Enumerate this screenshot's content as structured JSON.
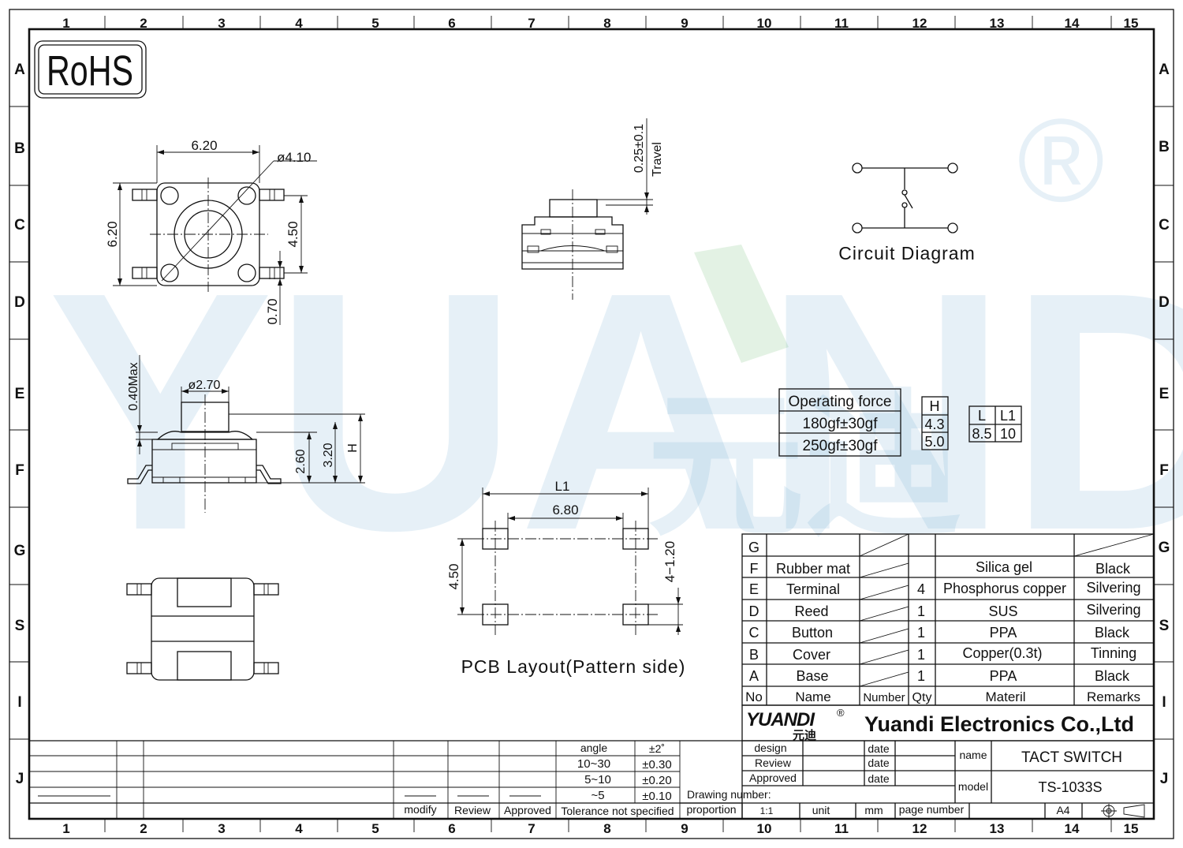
{
  "frame": {
    "columns": [
      "1",
      "2",
      "3",
      "4",
      "5",
      "6",
      "7",
      "8",
      "9",
      "10",
      "11",
      "12",
      "13",
      "14",
      "15"
    ],
    "rows_left": [
      "A",
      "B",
      "C",
      "D",
      "E",
      "F",
      "G",
      "S",
      "I",
      "J"
    ],
    "rows_right": [
      "A",
      "B",
      "C",
      "D",
      "E",
      "F",
      "G",
      "S",
      "I",
      "J"
    ]
  },
  "rohs": "RoHS",
  "watermark": {
    "brand": "YUANDI",
    "registered": "®",
    "chinese": "元迪"
  },
  "top_view": {
    "width": "6.20",
    "height": "6.20",
    "hole": "ø4.10",
    "pin_pitch": "4.50",
    "pin_width": "0.70"
  },
  "travel": {
    "value": "0.25±0.1",
    "label": "Travel"
  },
  "circuit": {
    "title": "Circuit  Diagram"
  },
  "side_view": {
    "stem": "ø2.70",
    "max": "0.40Max",
    "body": "2.60",
    "total": "3.20",
    "h": "H"
  },
  "pcb": {
    "l1": "L1",
    "pitch_x": "6.80",
    "pitch_y": "4.50",
    "pad": "4−1.20",
    "title": "PCB  Layout(Pattern  side)"
  },
  "force_table": {
    "header": "Operating force",
    "rows": [
      "180gf±30gf",
      "250gf±30gf"
    ]
  },
  "h_table": {
    "header": "H",
    "rows": [
      "4.3",
      "5.0"
    ]
  },
  "l_table": {
    "headers": [
      "L",
      "L1"
    ],
    "values": [
      "8.5",
      "10"
    ]
  },
  "bom": {
    "rows": [
      {
        "no": "G",
        "name": "",
        "qty": "",
        "material": "",
        "remarks": ""
      },
      {
        "no": "F",
        "name": "Rubber mat",
        "qty": "",
        "material": "Silica gel",
        "remarks": "Black"
      },
      {
        "no": "E",
        "name": "Terminal",
        "qty": "4",
        "material": "Phosphorus copper",
        "remarks": "Silvering"
      },
      {
        "no": "D",
        "name": "Reed",
        "qty": "1",
        "material": "SUS",
        "remarks": "Silvering"
      },
      {
        "no": "C",
        "name": "Button",
        "qty": "1",
        "material": "PPA",
        "remarks": "Black"
      },
      {
        "no": "B",
        "name": "Cover",
        "qty": "1",
        "material": "Copper(0.3t)",
        "remarks": "Tinning"
      },
      {
        "no": "A",
        "name": "Base",
        "qty": "1",
        "material": "PPA",
        "remarks": "Black"
      }
    ],
    "header": {
      "no": "No",
      "name": "Name",
      "number": "Number",
      "qty": "Qty",
      "material": "Materil",
      "remarks": "Remarks"
    }
  },
  "company": {
    "logo": "YUANDI",
    "logo_cn": "元迪",
    "registered": "®",
    "name": "Yuandi Electronics Co.,Ltd"
  },
  "tolerance": {
    "angle_label": "angle",
    "angle_value": "±2˚",
    "rows": [
      {
        "range": "10~30",
        "tol": "±0.30"
      },
      {
        "range": "5~10",
        "tol": "±0.20"
      },
      {
        "range": "~5",
        "tol": "±0.10"
      }
    ],
    "footer": "Tolerance not specified"
  },
  "revision": {
    "modify": "modify",
    "review": "Review",
    "approved": "Approved"
  },
  "approvals": {
    "design": "design",
    "review": "Review",
    "approved": "Approved",
    "date": "date"
  },
  "title_block": {
    "name_label": "name",
    "name_value": "TACT SWITCH",
    "model_label": "model",
    "model_value": "TS-1033S",
    "drawing_number": "Drawing number:",
    "proportion": "proportion",
    "scale": "1:1",
    "unit": "unit",
    "unit_value": "mm",
    "page_number": "page number",
    "paper": "A4"
  }
}
